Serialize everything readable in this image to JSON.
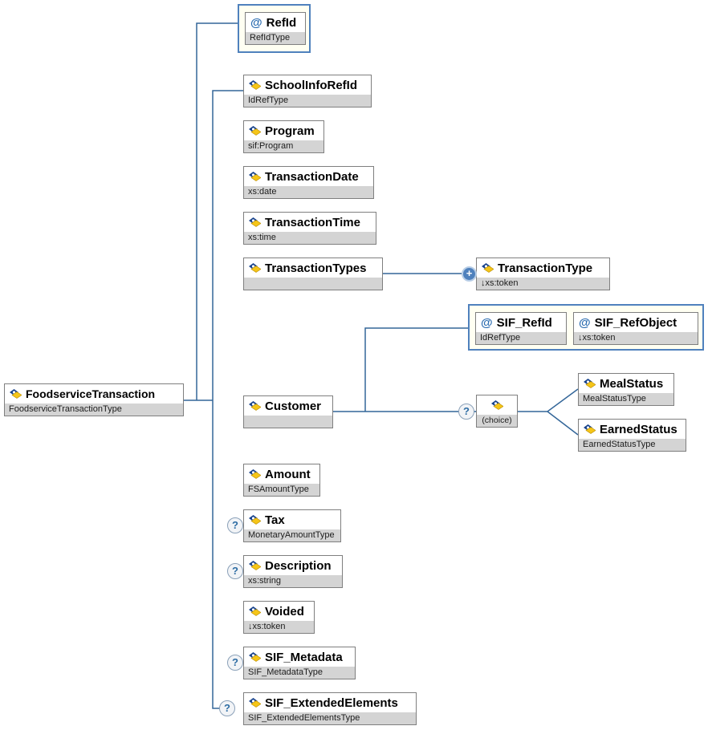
{
  "icons": {
    "attribute": "@",
    "optional": "?",
    "repeat": "+",
    "element_icon": "element-diamond-icon"
  },
  "colors": {
    "connector": "#336699",
    "box_border": "#7f7f7f",
    "type_strip_bg": "#d4d4d4",
    "container_border": "#4f81bd",
    "container_bg": "#fffff2",
    "plus_badge_bg": "#4f81bd",
    "icon_yellow": "#f5c518",
    "icon_navy": "#16418c"
  },
  "nodes": {
    "root": {
      "name": "FoodserviceTransaction",
      "type": "FoodserviceTransactionType"
    },
    "refid": {
      "name": "RefId",
      "type": "RefIdType"
    },
    "schoolinforefid": {
      "name": "SchoolInfoRefId",
      "type": "IdRefType"
    },
    "program": {
      "name": "Program",
      "type": "sif:Program"
    },
    "transactiondate": {
      "name": "TransactionDate",
      "type": "xs:date"
    },
    "transactiontime": {
      "name": "TransactionTime",
      "type": "xs:time"
    },
    "transactiontypes": {
      "name": "TransactionTypes",
      "type": ""
    },
    "transactiontype": {
      "name": "TransactionType",
      "type": "↓xs:token"
    },
    "sif_refid": {
      "name": "SIF_RefId",
      "type": "IdRefType"
    },
    "sif_refobject": {
      "name": "SIF_RefObject",
      "type": "↓xs:token"
    },
    "customer": {
      "name": "Customer",
      "type": ""
    },
    "choice": {
      "label": "(choice)"
    },
    "mealstatus": {
      "name": "MealStatus",
      "type": "MealStatusType"
    },
    "earnedstatus": {
      "name": "EarnedStatus",
      "type": "EarnedStatusType"
    },
    "amount": {
      "name": "Amount",
      "type": "FSAmountType"
    },
    "tax": {
      "name": "Tax",
      "type": "MonetaryAmountType"
    },
    "description": {
      "name": "Description",
      "type": "xs:string"
    },
    "voided": {
      "name": "Voided",
      "type": "↓xs:token"
    },
    "sif_metadata": {
      "name": "SIF_Metadata",
      "type": "SIF_MetadataType"
    },
    "sif_extendedelements": {
      "name": "SIF_ExtendedElements",
      "type": "SIF_ExtendedElementsType"
    }
  }
}
